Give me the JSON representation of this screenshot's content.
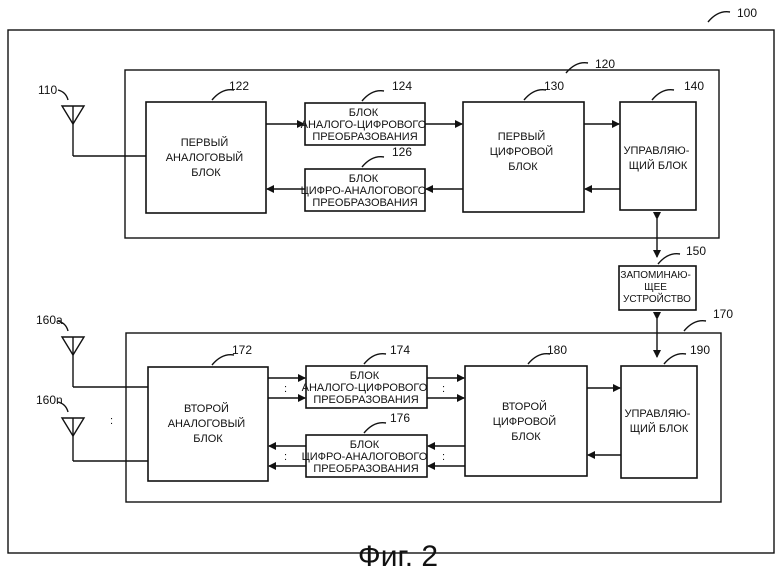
{
  "refs": {
    "device": "100",
    "antenna1": "110",
    "unit1": "120",
    "analog1": "122",
    "adc1": "124",
    "dac1": "126",
    "digital1": "130",
    "ctrl1": "140",
    "memory": "150",
    "antenna_a": "160a",
    "antenna_n": "160n",
    "unit2": "170",
    "analog2": "172",
    "adc2": "174",
    "dac2": "176",
    "digital2": "180",
    "ctrl2": "190"
  },
  "labels": {
    "analog1": [
      "ПЕРВЫЙ",
      "АНАЛОГОВЫЙ",
      "БЛОК"
    ],
    "adc1": [
      "БЛОК",
      "АНАЛОГО-ЦИФРОВОГО",
      "ПРЕОБРАЗОВАНИЯ"
    ],
    "dac1": [
      "БЛОК",
      "ЦИФРО-АНАЛОГОВОГО",
      "ПРЕОБРАЗОВАНИЯ"
    ],
    "digital1": [
      "ПЕРВЫЙ",
      "ЦИФРОВОЙ",
      "БЛОК"
    ],
    "ctrl1": [
      "УПРАВЛЯЮ-",
      "ЩИЙ БЛОК"
    ],
    "memory": [
      "ЗАПОМИНАЮ-",
      "ЩЕЕ",
      "УСТРОЙСТВО"
    ],
    "analog2": [
      "ВТОРОЙ",
      "АНАЛОГОВЫЙ",
      "БЛОК"
    ],
    "adc2": [
      "БЛОК",
      "АНАЛОГО-ЦИФРОВОГО",
      "ПРЕОБРАЗОВАНИЯ"
    ],
    "dac2": [
      "БЛОК",
      "ЦИФРО-АНАЛОГОВОГО",
      "ПРЕОБРАЗОВАНИЯ"
    ],
    "digital2": [
      "ВТОРОЙ",
      "ЦИФРОВОЙ",
      "БЛОК"
    ],
    "ctrl2": [
      "УПРАВЛЯЮ-",
      "ЩИЙ БЛОК"
    ]
  },
  "ellipsis": ":",
  "caption": "Фиг. 2"
}
